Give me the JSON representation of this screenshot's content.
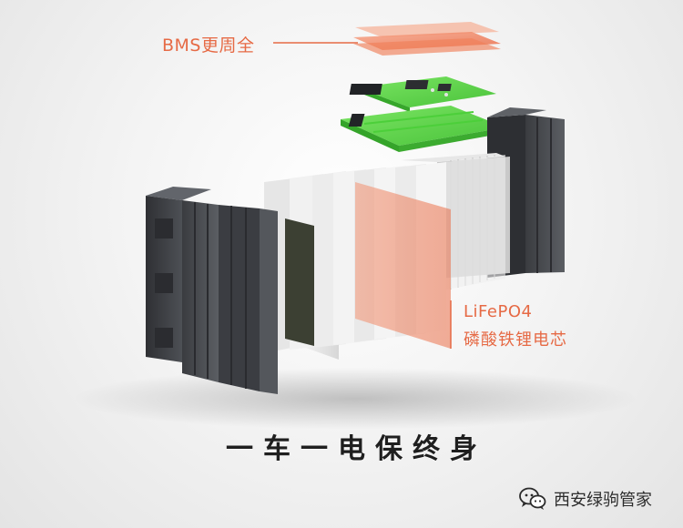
{
  "labels": {
    "bms": "BMS更周全",
    "cell_code": "LiFePO4",
    "cell_name": "磷酸铁锂电芯"
  },
  "slogan": "一车一电保终身",
  "watermark": {
    "account_name": "西安绿驹管家",
    "icon": "wechat-icon"
  },
  "colors": {
    "accent": "#e66a45",
    "board_green": "#67d94f",
    "case_dark": "#4a4c51",
    "slogan_text": "#1f1f1f"
  }
}
